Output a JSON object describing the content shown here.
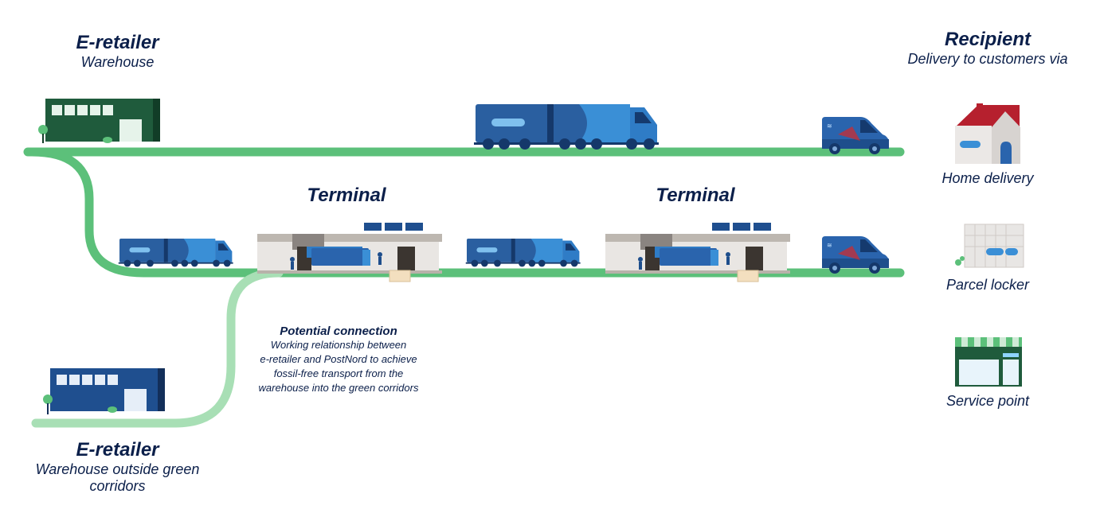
{
  "origin_top": {
    "title": "E-retailer",
    "subtitle": "Warehouse"
  },
  "origin_bottom": {
    "title": "E-retailer",
    "subtitle_line1": "Warehouse outside green",
    "subtitle_line2": "corridors"
  },
  "recipient": {
    "title": "Recipient",
    "subtitle": "Delivery to customers via"
  },
  "terminals": [
    {
      "label": "Terminal"
    },
    {
      "label": "Terminal"
    }
  ],
  "potential": {
    "title": "Potential connection",
    "lines": [
      "Working relationship between",
      "e-retailer and PostNord to achieve",
      "fossil-free transport from the",
      "warehouse into the green corridors"
    ]
  },
  "delivery_options": [
    {
      "label": "Home delivery",
      "icon": "house-icon"
    },
    {
      "label": "Parcel locker",
      "icon": "parcel-locker-icon"
    },
    {
      "label": "Service point",
      "icon": "service-point-icon"
    }
  ],
  "colors": {
    "route_green": "#5cc07a",
    "route_light_green": "#a8dfb5",
    "truck_dark": "#1e4e8c",
    "truck_light": "#3a8fd6",
    "navy_text": "#0b1f4a",
    "warehouse_green": "#1f5b3c",
    "warehouse_blue": "#1f4f8f"
  }
}
